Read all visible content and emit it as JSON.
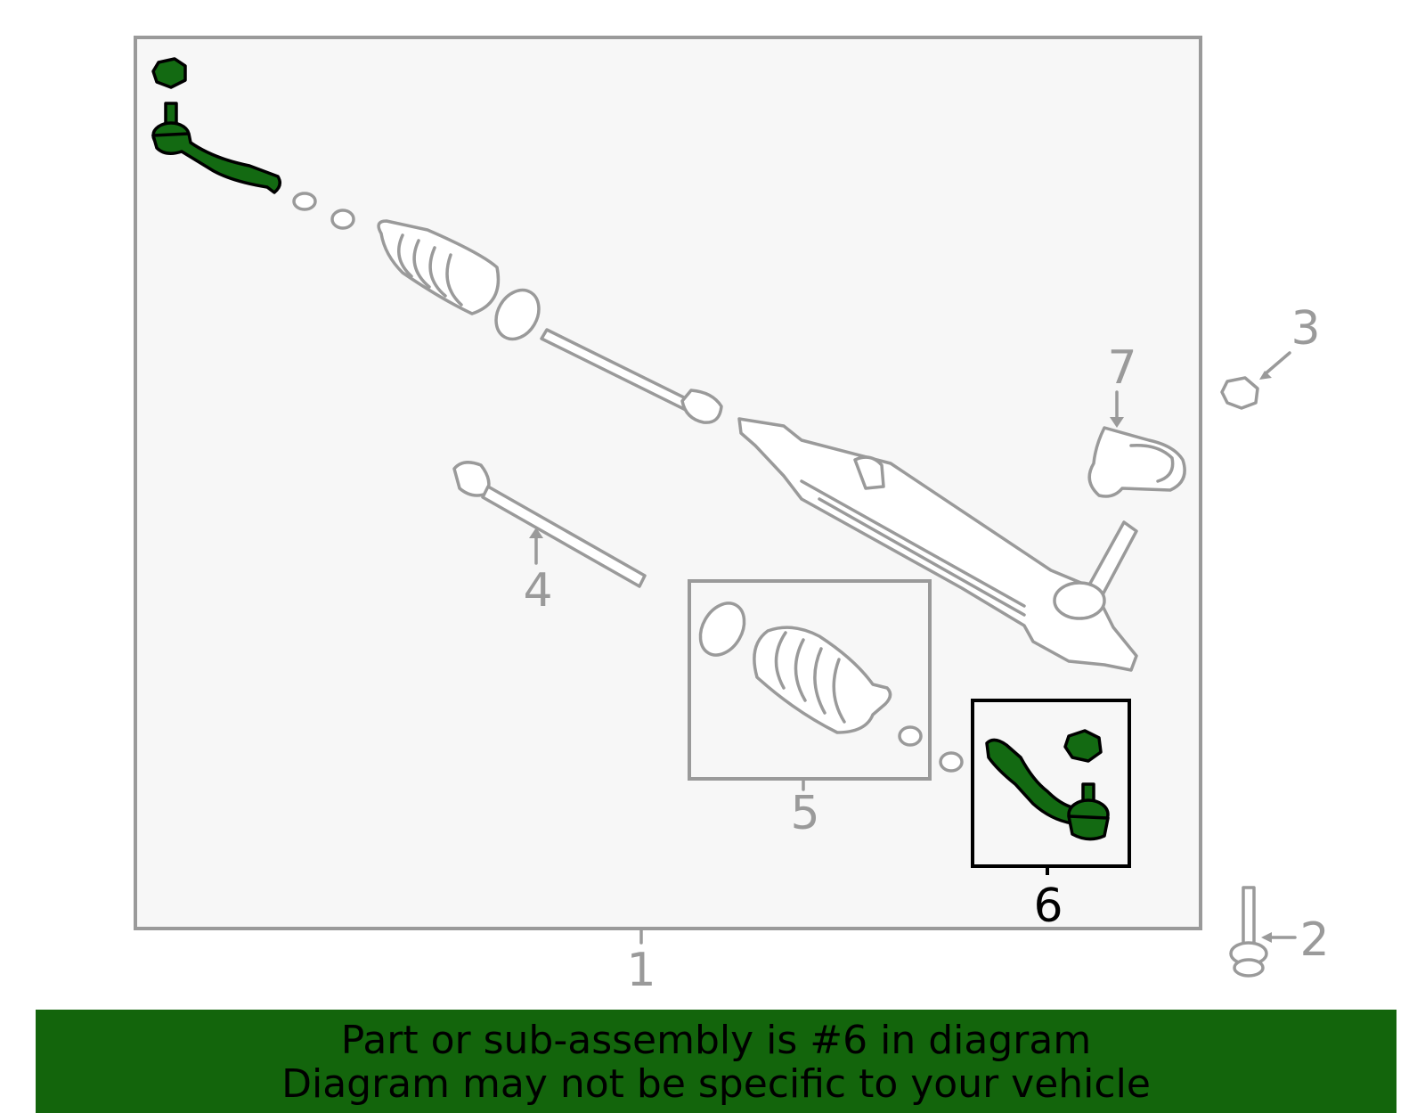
{
  "colors": {
    "highlight_green": "#136a12",
    "banner_green": "#13650c",
    "outline_gray": "#9a9a9a",
    "box_fill": "#f7f7f7"
  },
  "callouts": {
    "c1": "1",
    "c2": "2",
    "c3": "3",
    "c4": "4",
    "c5": "5",
    "c6": "6",
    "c7": "7"
  },
  "banner": {
    "line1": "Part or sub-assembly is #6 in diagram",
    "line2": "Diagram may not be specific to your vehicle"
  }
}
